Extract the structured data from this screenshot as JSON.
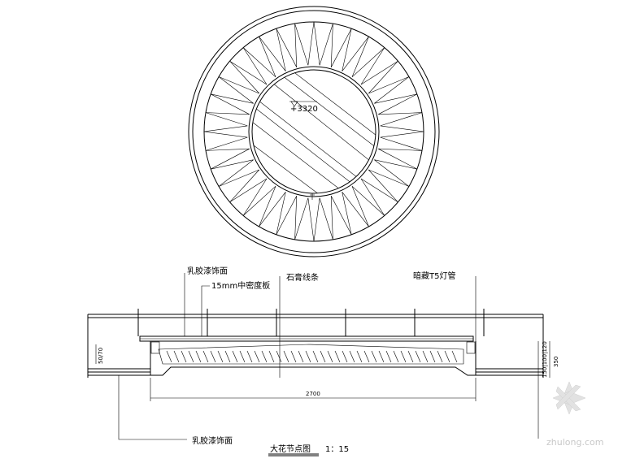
{
  "plan": {
    "elevation_mark": "+3320"
  },
  "section": {
    "labels": {
      "latex_paint_top": "乳胶漆饰面",
      "mdf_board": "15mm中密度板",
      "gypsum_molding": "石膏线条",
      "t5_light": "暗藏T5灯管",
      "latex_paint_bottom": "乳胶漆饰面"
    },
    "dimensions": {
      "width": "2700",
      "left_height": "50/70",
      "right_stack": "150|100|120",
      "right_total": "350"
    }
  },
  "title_block": {
    "title": "大花节点图",
    "scale": "1：15"
  },
  "watermark": {
    "text": "zhulong.com"
  }
}
